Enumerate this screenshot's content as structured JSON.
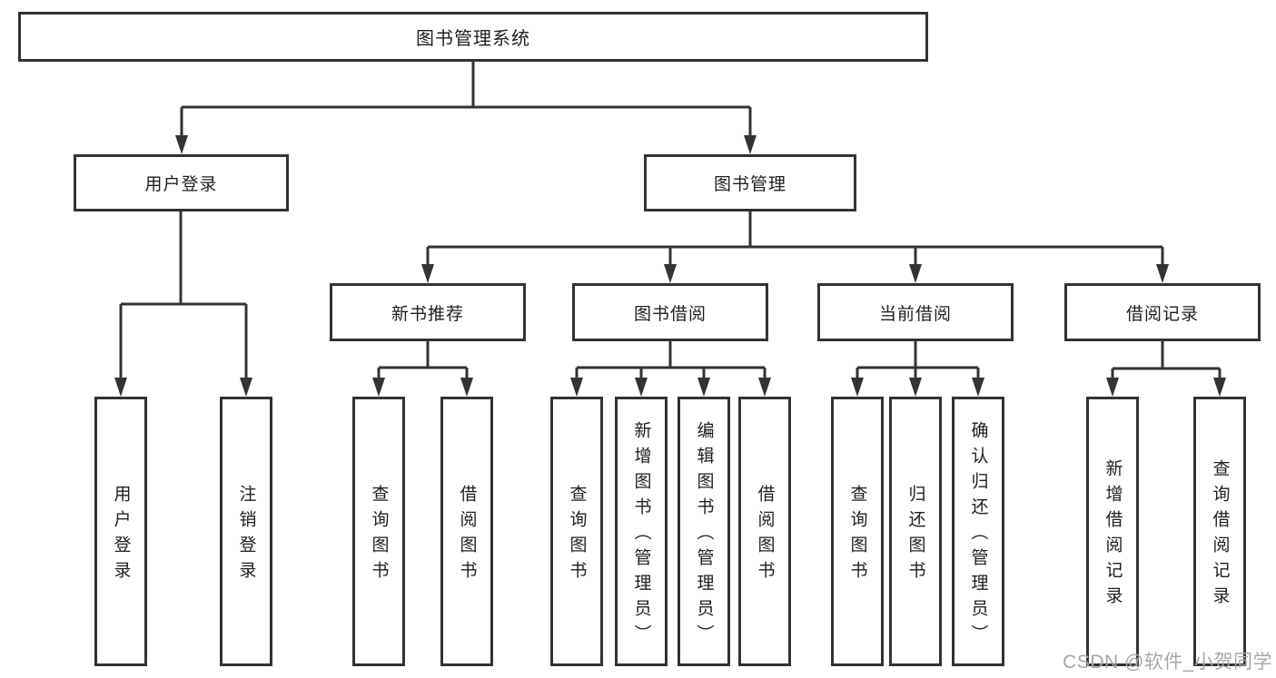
{
  "watermark": "CSDN @软件_小贺同学",
  "tree": {
    "root": {
      "label": "图书管理系统"
    },
    "children": [
      {
        "label": "用户登录",
        "children": [
          {
            "label": "用户登录"
          },
          {
            "label": "注销登录"
          }
        ]
      },
      {
        "label": "图书管理",
        "children": [
          {
            "label": "新书推荐",
            "children": [
              {
                "label": "查询图书"
              },
              {
                "label": "借阅图书"
              }
            ]
          },
          {
            "label": "图书借阅",
            "children": [
              {
                "label": "查询图书"
              },
              {
                "label": "新增图书（管理员）"
              },
              {
                "label": "编辑图书（管理员）"
              },
              {
                "label": "借阅图书"
              }
            ]
          },
          {
            "label": "当前借阅",
            "children": [
              {
                "label": "查询图书"
              },
              {
                "label": "归还图书"
              },
              {
                "label": "确认归还（管理员）"
              }
            ]
          },
          {
            "label": "借阅记录",
            "children": [
              {
                "label": "新增借阅记录"
              },
              {
                "label": "查询借阅记录"
              }
            ]
          }
        ]
      }
    ]
  }
}
